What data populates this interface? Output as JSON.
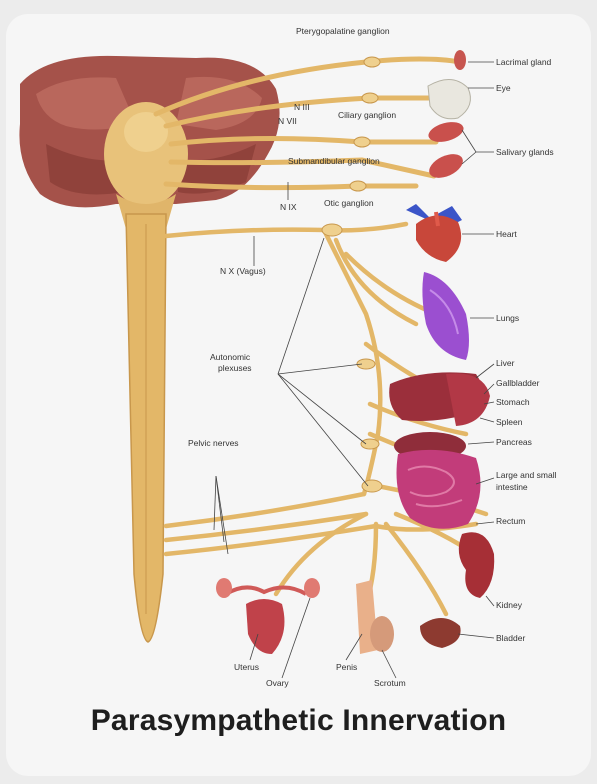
{
  "title": "Parasympathetic Innervation",
  "colors": {
    "nerve": "#e3b768",
    "nerve_dark": "#c8974c",
    "brain": "#9b4a40",
    "organ_red": "#b8353a",
    "intestine": "#c23c7a",
    "lung": "#9b4fd0",
    "leader": "#444444"
  },
  "labels": {
    "pterygopalatine": "Pterygopalatine ganglion",
    "lacrimal": "Lacrimal gland",
    "eye": "Eye",
    "n3": "N III",
    "n7": "N VII",
    "ciliary": "Ciliary ganglion",
    "salivary": "Salivary glands",
    "submandibular": "Submandibular ganglion",
    "n9": "N IX",
    "otic": "Otic ganglion",
    "heart": "Heart",
    "vagus": "N X (Vagus)",
    "lungs": "Lungs",
    "autonomic": [
      "Autonomic",
      "plexuses"
    ],
    "liver": "Liver",
    "gallbladder": "Gallbladder",
    "stomach": "Stomach",
    "spleen": "Spleen",
    "pancreas": "Pancreas",
    "intestine": [
      "Large and small",
      "intestine"
    ],
    "pelvic": "Pelvic nerves",
    "rectum": "Rectum",
    "kidney": "Kidney",
    "bladder": "Bladder",
    "uterus": "Uterus",
    "ovary": "Ovary",
    "penis": "Penis",
    "scrotum": "Scrotum"
  }
}
